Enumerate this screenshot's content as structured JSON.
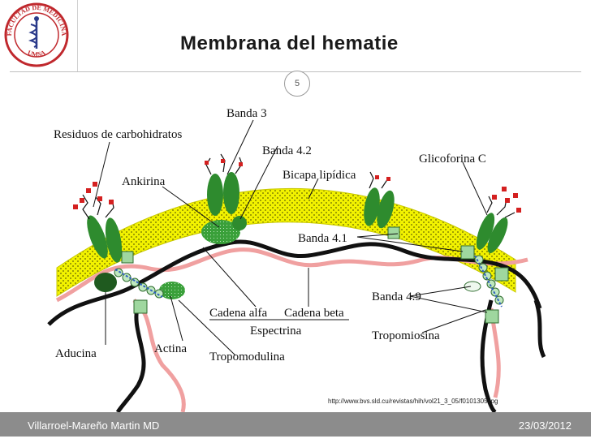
{
  "slide": {
    "title": "Membrana del hematie",
    "number": "5",
    "source_url": "http://www.bvs.sld.cu/revistas/hih/vol21_3_05/f0101305.jpg",
    "footer_author": "Villarroel-Mareño Martin MD",
    "footer_date": "23/03/2012"
  },
  "logo": {
    "top_text": "FACULTAD DE MEDICINA",
    "bottom_text": "UMSA"
  },
  "labels": {
    "banda3": "Banda 3",
    "residuos": "Residuos de carbohidratos",
    "banda42": "Banda 4.2",
    "glicoforina": "Glicoforina C",
    "ankirina": "Ankirina",
    "bicapa": "Bicapa lipídica",
    "banda41": "Banda 4.1",
    "banda49": "Banda 4.9",
    "cadena_alfa": "Cadena alfa",
    "cadena_beta": "Cadena beta",
    "espectrina": "Espectrina",
    "tropomiosina": "Tropomiosina",
    "aducina": "Aducina",
    "actina": "Actina",
    "tropomodulina": "Tropomodulina"
  },
  "colors": {
    "bilayer": "#f2f200",
    "protein_green": "#2e8b2e",
    "spectrin_alpha": "#111111",
    "spectrin_beta": "#f0a0a0",
    "carbohydrate": "#d42020",
    "footer_bg": "#8c8c8c"
  }
}
